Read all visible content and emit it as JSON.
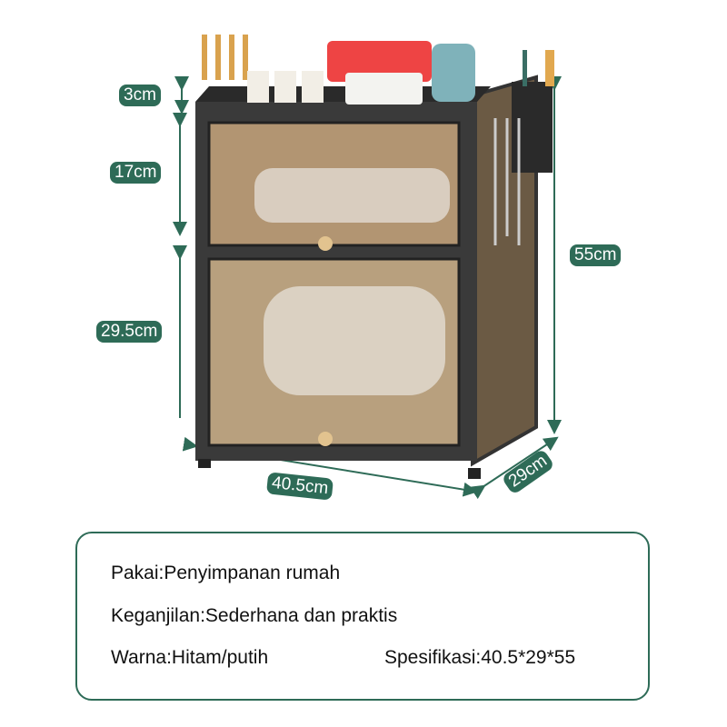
{
  "dimensions": {
    "top_gap": "3cm",
    "upper_height": "17cm",
    "lower_height": "29.5cm",
    "total_height": "55cm",
    "width": "40.5cm",
    "depth": "29cm"
  },
  "specs": {
    "usage": "Pakai:Penyimpanan rumah",
    "feature": "Keganjilan:Sederhana dan praktis",
    "color": "Warna:Hitam/putih",
    "size": "Spesifikasi:40.5*29*55"
  },
  "colors": {
    "accent": "#2e6b57",
    "frame": "#3a3a3a"
  }
}
